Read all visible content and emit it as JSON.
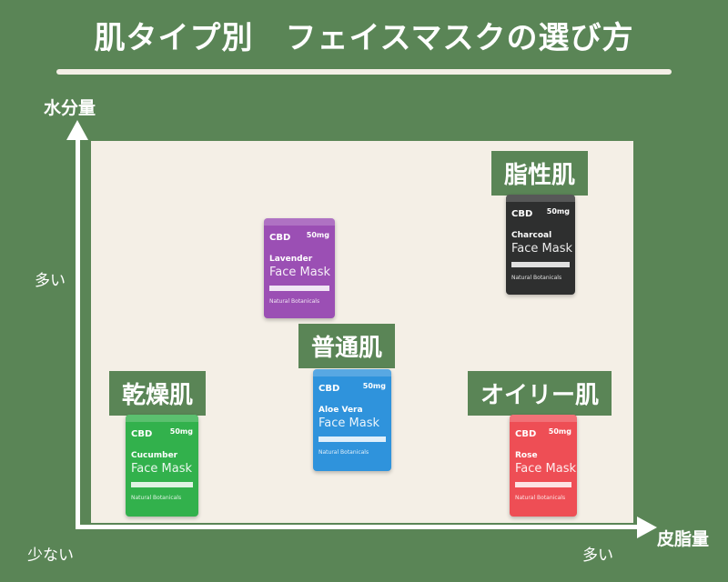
{
  "title": "肌タイプ別　フェイスマスクの選び方",
  "axes": {
    "y_label": "水分量",
    "y_high": "多い",
    "x_origin": "少ない",
    "x_high": "多い",
    "x_label": "皮脂量"
  },
  "quadrants": {
    "oily": "脂性肌",
    "normal": "普通肌",
    "dry": "乾燥肌",
    "combination": "オイリー肌"
  },
  "packs": {
    "lavender": {
      "brand": "CBD",
      "mg": "50mg",
      "flavor": "Lavender",
      "line": "Face Mask",
      "note": "Natural Botanicals",
      "color": "#9b4fb4"
    },
    "charcoal": {
      "brand": "CBD",
      "mg": "50mg",
      "flavor": "Charcoal",
      "line": "Face Mask",
      "note": "Natural Botanicals",
      "color": "#2e2f2f"
    },
    "aloe": {
      "brand": "CBD",
      "mg": "50mg",
      "flavor": "Aloe Vera",
      "line": "Face Mask",
      "note": "Natural Botanicals",
      "color": "#2f93dc"
    },
    "cucumber": {
      "brand": "CBD",
      "mg": "50mg",
      "flavor": "Cucumber",
      "line": "Face Mask",
      "note": "Natural Botanicals",
      "color": "#32b14c"
    },
    "rose": {
      "brand": "CBD",
      "mg": "50mg",
      "flavor": "Rose",
      "line": "Face Mask",
      "note": "Natural Botanicals",
      "color": "#ee4e55"
    }
  }
}
